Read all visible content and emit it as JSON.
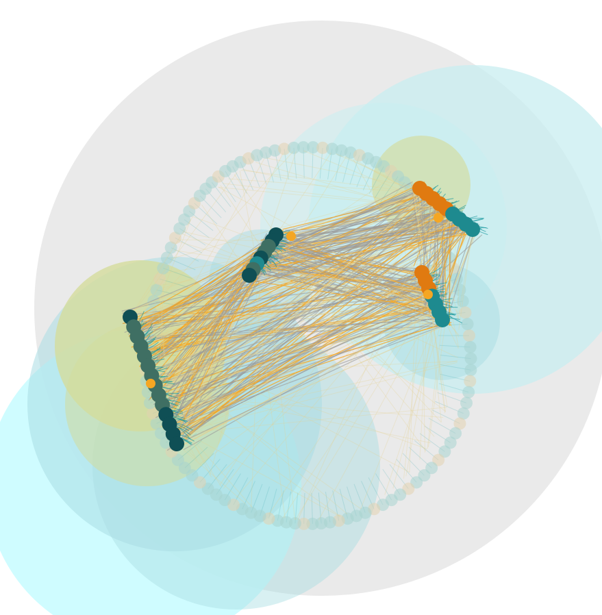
{
  "palette": {
    "halo_gray": "#e6e6e6",
    "halo_cyan": "#c8eef0",
    "halo_teal": "#a9dde3",
    "halo_khaki": "#d4dc9c",
    "halo_aqua": "#c7fbff",
    "edge_orange": "#f5a623",
    "edge_gray": "#9a9a9a",
    "edge_tan": "#e3cf8f",
    "node_dark": "#0f4f55",
    "node_teal": "#1e8a8f",
    "node_slate": "#3f6f63",
    "node_orange": "#e07a10",
    "node_light": "#a8d4cf",
    "node_tan": "#e2d1b0",
    "spike": "#1b9aa0"
  },
  "clusters": [
    {
      "id": "top-left",
      "nodes": 8
    },
    {
      "id": "right-upper",
      "nodes": 9
    },
    {
      "id": "right-lower",
      "nodes": 7
    },
    {
      "id": "left",
      "nodes": 14
    }
  ]
}
